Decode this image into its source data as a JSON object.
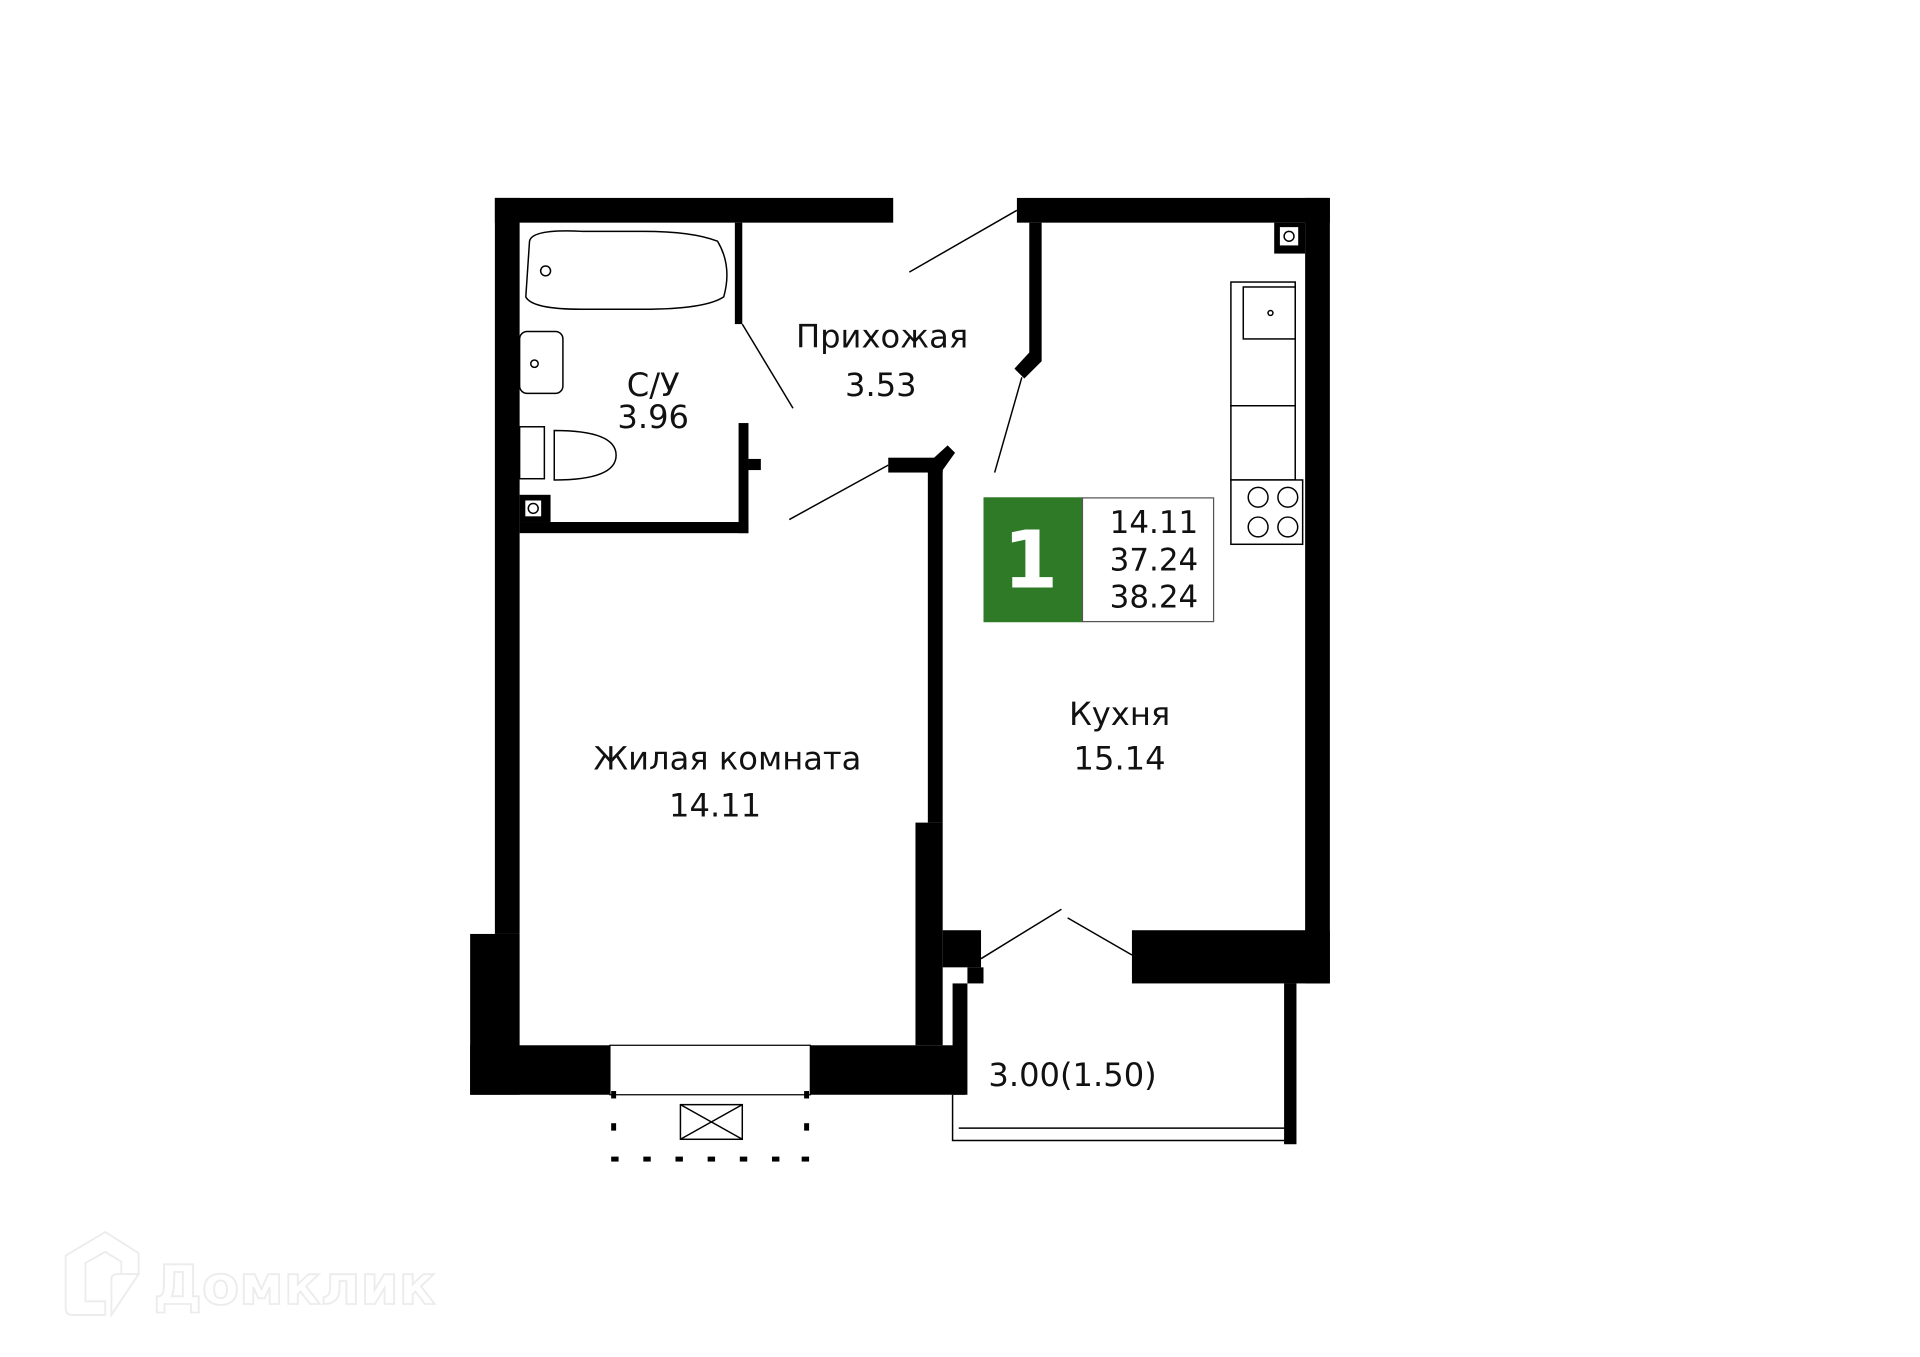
{
  "rooms": {
    "hallway": {
      "name": "Прихожая",
      "area": "3.53"
    },
    "bathroom": {
      "name": "С/У",
      "area": "3.96"
    },
    "living": {
      "name": "Жилая комната",
      "area": "14.11"
    },
    "kitchen": {
      "name": "Кухня",
      "area": "15.14"
    },
    "balcony": {
      "area": "3.00(1.50)"
    }
  },
  "summary": {
    "rooms_count": "1",
    "living_area": "14.11",
    "total_area": "37.24",
    "total_with_balcony": "38.24",
    "accent_color": "#2f7a27"
  },
  "watermark": {
    "text": "Домклик"
  }
}
